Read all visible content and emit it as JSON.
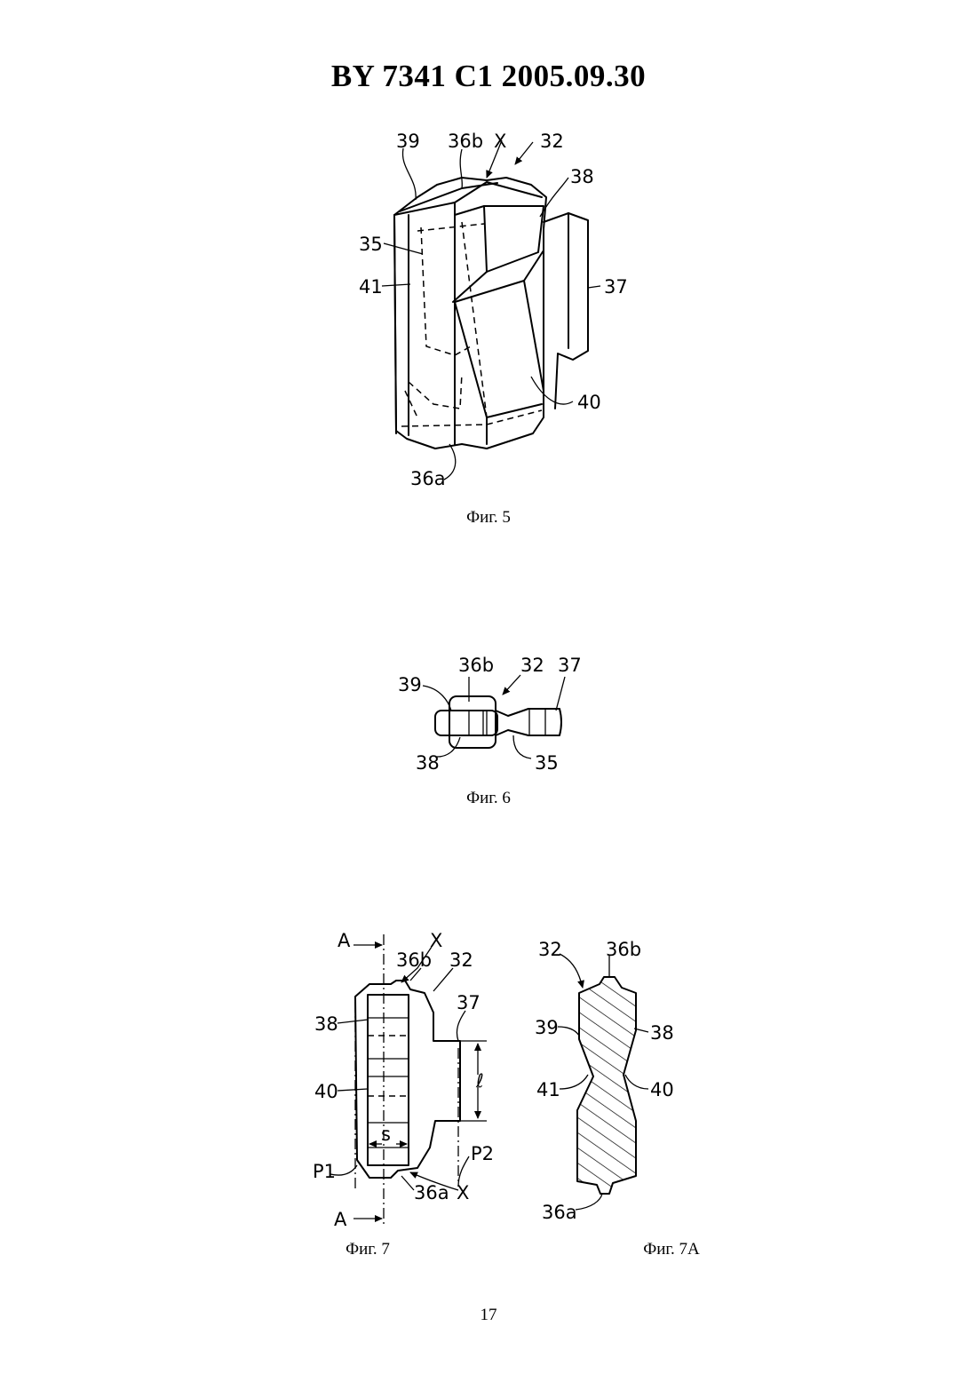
{
  "header": {
    "title": "BY  7341  C1  2005.09.30"
  },
  "figures": {
    "fig5": {
      "caption": "Фиг. 5",
      "labels": {
        "l39": "39",
        "l36b": "36b",
        "lx": "X",
        "l32": "32",
        "l38": "38",
        "l35": "35",
        "l41": "41",
        "l37": "37",
        "l40": "40",
        "l36a": "36a"
      }
    },
    "fig6": {
      "caption": "Фиг. 6",
      "labels": {
        "l36b": "36b",
        "l32": "32",
        "l37": "37",
        "l39": "39",
        "l38": "38",
        "l35": "35"
      }
    },
    "fig7": {
      "caption": "Фиг. 7",
      "labels": {
        "lA_top": "A",
        "lX_top": "X",
        "l36b": "36b",
        "l32": "32",
        "l37": "37",
        "l38": "38",
        "l40": "40",
        "l_ell": "ℓ",
        "l_s": "s",
        "l_p1": "P1",
        "l_p2": "P2",
        "l36a": "36a",
        "lX_bot": "X",
        "lA_bot": "A"
      }
    },
    "fig7a": {
      "caption": "Фиг. 7A",
      "labels": {
        "l32": "32",
        "l36b": "36b",
        "l39": "39",
        "l38": "38",
        "l41": "41",
        "l40": "40",
        "l36a": "36a"
      }
    }
  },
  "footer": {
    "page_number": "17"
  }
}
